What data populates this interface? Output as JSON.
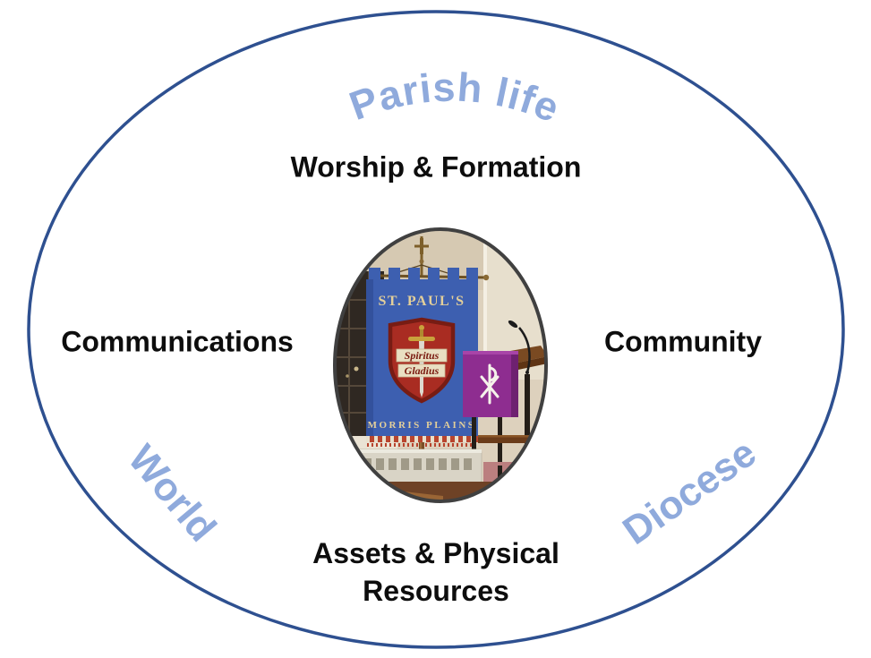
{
  "rings": {
    "parish_life": "Parish life",
    "world": "World",
    "diocese": "Diocese"
  },
  "areas": {
    "worship": "Worship & Formation",
    "communications": "Communications",
    "community": "Community",
    "assets_line1": "Assets & Physical",
    "assets_line2": "Resources"
  },
  "photo": {
    "banner_title": "ST. PAUL'S",
    "motto_line1": "Spiritus",
    "motto_line2": "Gladius",
    "banner_footer": "MORRIS PLAINS"
  },
  "colors": {
    "ellipse_stroke": "#2e5090",
    "ring_label_blue": "#8faadc",
    "area_label_black": "#0d0d0d",
    "photo_ring": "#404040",
    "banner_blue": "#3d5fb0",
    "shield_red": "#a92c22",
    "shield_border": "#771c14",
    "banner_text_cream": "#e3cf9a",
    "cloth_purple": "#8e2d90",
    "wall_cream": "#ddd1bd",
    "wood_brown": "#7a4a22"
  }
}
